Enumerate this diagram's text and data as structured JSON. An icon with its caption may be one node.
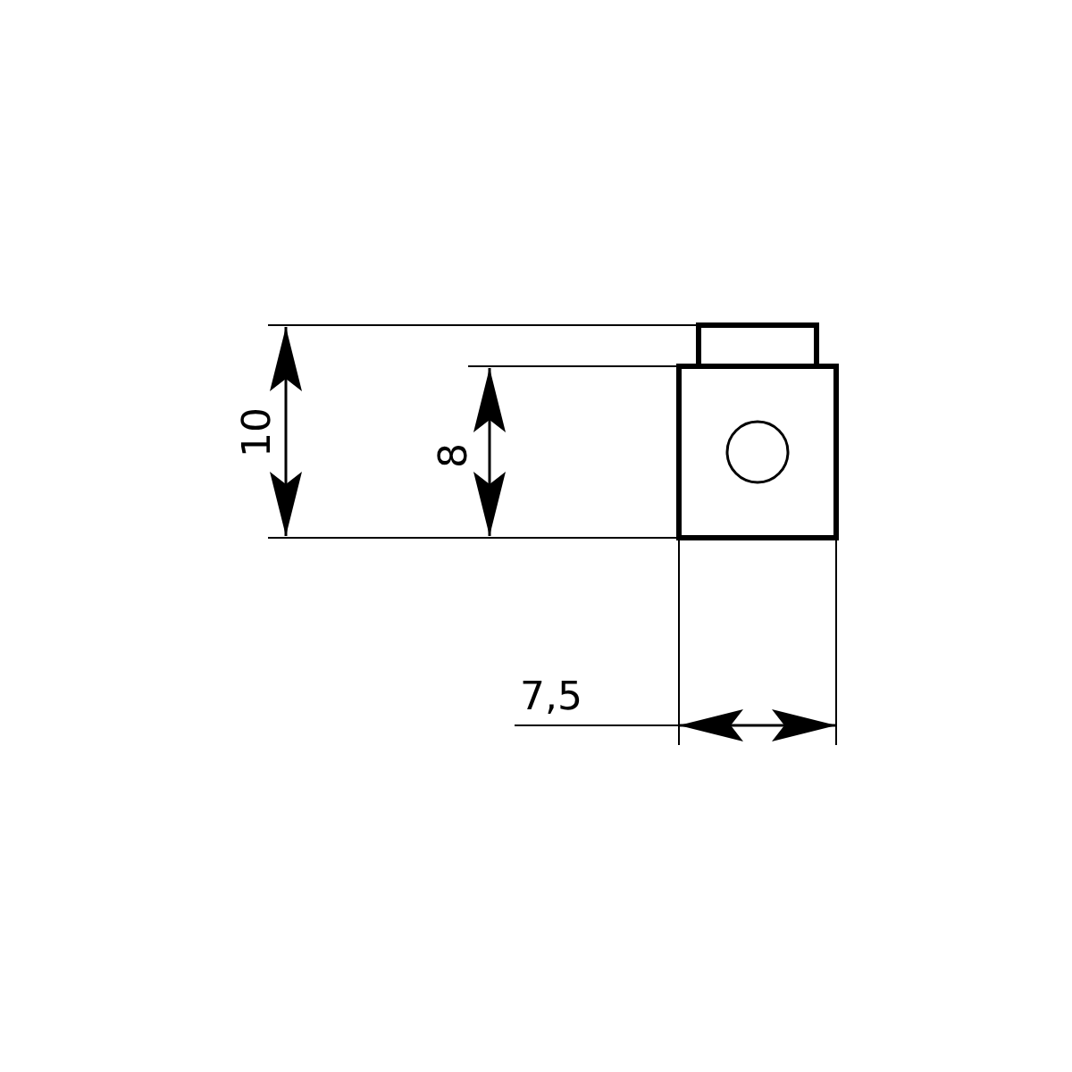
{
  "diagram": {
    "labels": [
      "10",
      "8",
      "7,5"
    ]
  }
}
